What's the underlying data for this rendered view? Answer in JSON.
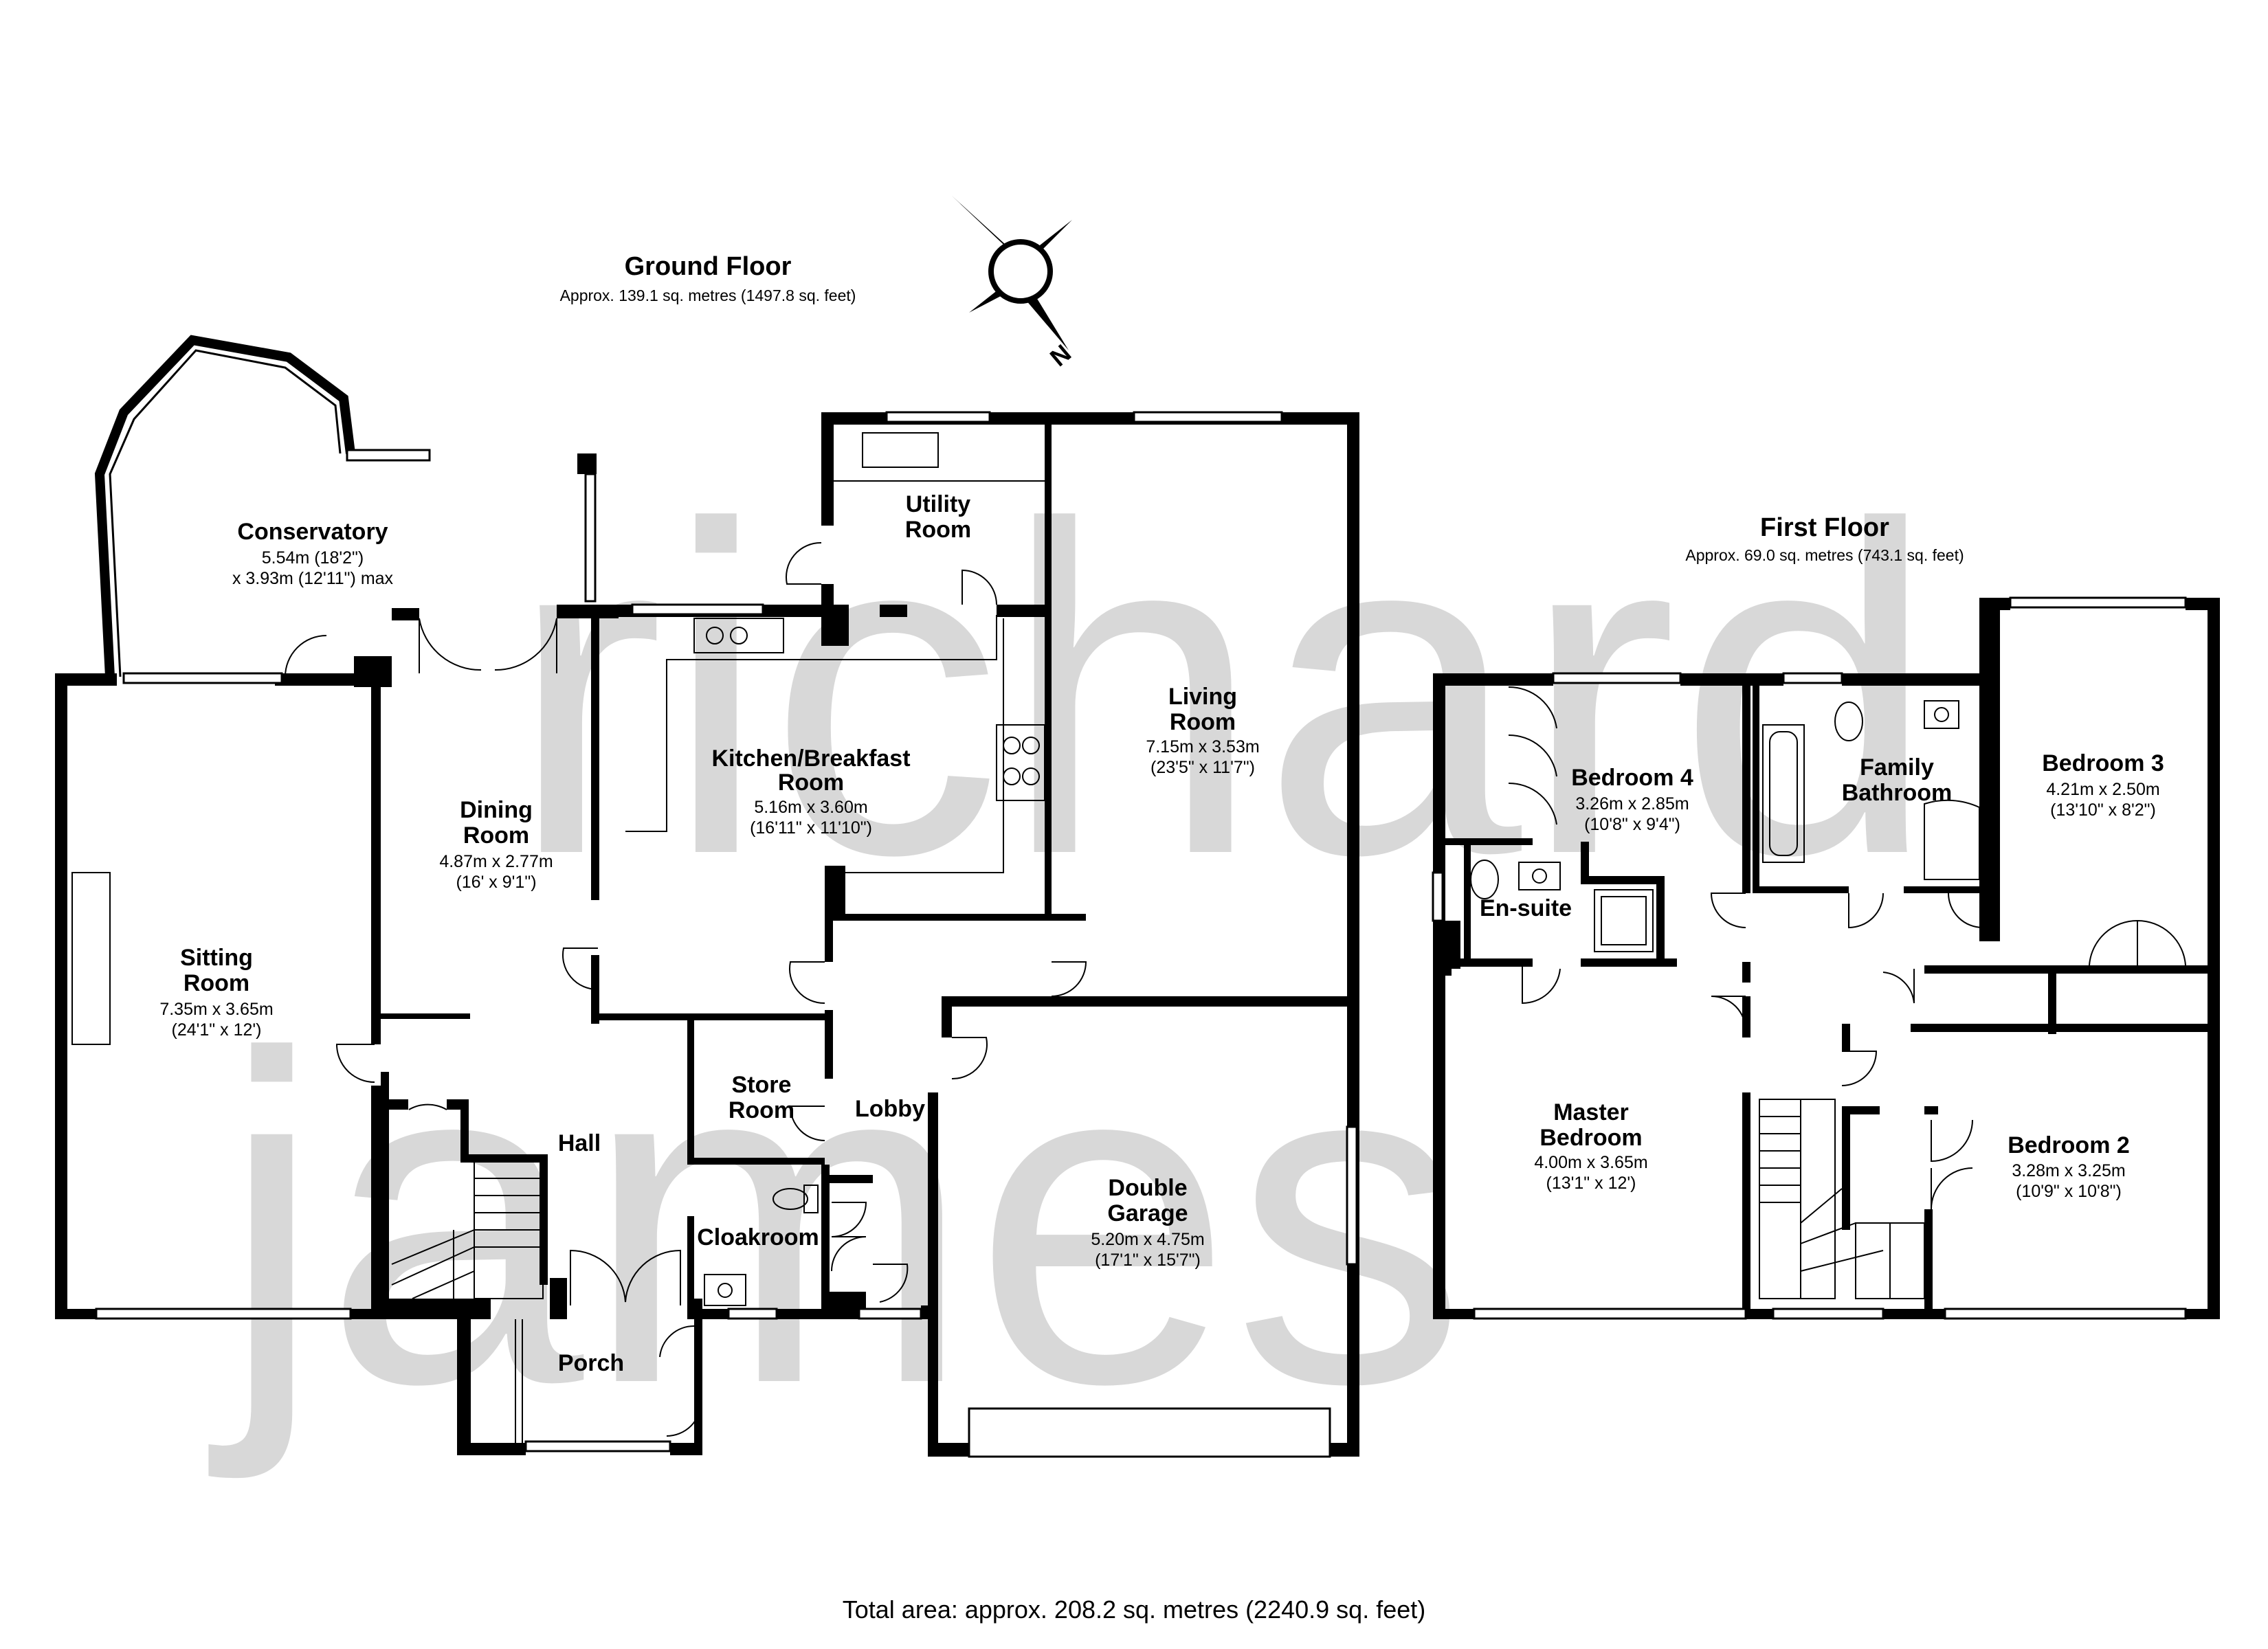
{
  "watermark": {
    "line1": "richard",
    "line2": "james"
  },
  "compass": {
    "north_label": "N"
  },
  "ground_floor": {
    "title": "Ground Floor",
    "area": "Approx. 139.1 sq. metres (1497.8 sq. feet)"
  },
  "first_floor": {
    "title": "First Floor",
    "area": "Approx. 69.0 sq. metres (743.1 sq. feet)"
  },
  "rooms": {
    "conservatory": {
      "name": "Conservatory",
      "dim1": "5.54m (18'2\")",
      "dim2": "x 3.93m (12'11\") max"
    },
    "utility": {
      "name1": "Utility",
      "name2": "Room"
    },
    "living": {
      "name1": "Living",
      "name2": "Room",
      "dim1": "7.15m x 3.53m",
      "dim2": "(23'5\" x 11'7\")"
    },
    "kitchen": {
      "name1": "Kitchen/Breakfast",
      "name2": "Room",
      "dim1": "5.16m x 3.60m",
      "dim2": "(16'11\" x 11'10\")"
    },
    "dining": {
      "name1": "Dining",
      "name2": "Room",
      "dim1": "4.87m x 2.77m",
      "dim2": "(16' x 9'1\")"
    },
    "sitting": {
      "name1": "Sitting",
      "name2": "Room",
      "dim1": "7.35m x 3.65m",
      "dim2": "(24'1\" x 12')"
    },
    "hall": {
      "name": "Hall"
    },
    "store": {
      "name1": "Store",
      "name2": "Room"
    },
    "lobby": {
      "name": "Lobby"
    },
    "cloakroom": {
      "name": "Cloakroom"
    },
    "porch": {
      "name": "Porch"
    },
    "garage": {
      "name1": "Double",
      "name2": "Garage",
      "dim1": "5.20m x 4.75m",
      "dim2": "(17'1\" x 15'7\")"
    },
    "bedroom4": {
      "name": "Bedroom 4",
      "dim1": "3.26m x 2.85m",
      "dim2": "(10'8\" x 9'4\")"
    },
    "bathroom": {
      "name1": "Family",
      "name2": "Bathroom"
    },
    "bedroom3": {
      "name": "Bedroom 3",
      "dim1": "4.21m x 2.50m",
      "dim2": "(13'10\" x 8'2\")"
    },
    "ensuite": {
      "name": "En-suite"
    },
    "master": {
      "name1": "Master",
      "name2": "Bedroom",
      "dim1": "4.00m x 3.65m",
      "dim2": "(13'1\" x 12')"
    },
    "bedroom2": {
      "name": "Bedroom 2",
      "dim1": "3.28m x 3.25m",
      "dim2": "(10'9\" x 10'8\")"
    }
  },
  "total_area": "Total area: approx. 208.2 sq. metres (2240.9 sq. feet)"
}
